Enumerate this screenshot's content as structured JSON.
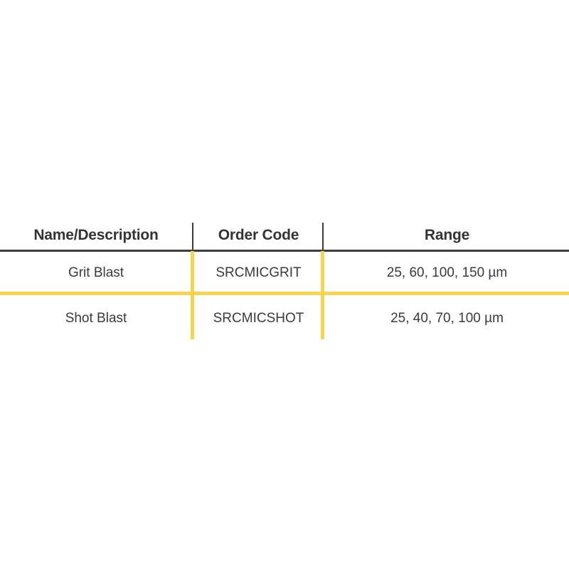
{
  "table": {
    "columns": [
      {
        "key": "name",
        "label": "Name/Description"
      },
      {
        "key": "code",
        "label": "Order Code"
      },
      {
        "key": "range",
        "label": "Range"
      }
    ],
    "rows": [
      {
        "name": "Grit Blast",
        "code": "SRCMICGRIT",
        "range": "25, 60, 100, 150 µm"
      },
      {
        "name": "Shot Blast",
        "code": "SRCMICSHOT",
        "range": "25, 40, 70, 100 µm"
      }
    ]
  },
  "colors": {
    "header_rule": "#3c3c3c",
    "accent_yellow": "#f7d44b",
    "header_text": "#333333",
    "body_text": "#3a3a3a",
    "background": "#ffffff"
  }
}
